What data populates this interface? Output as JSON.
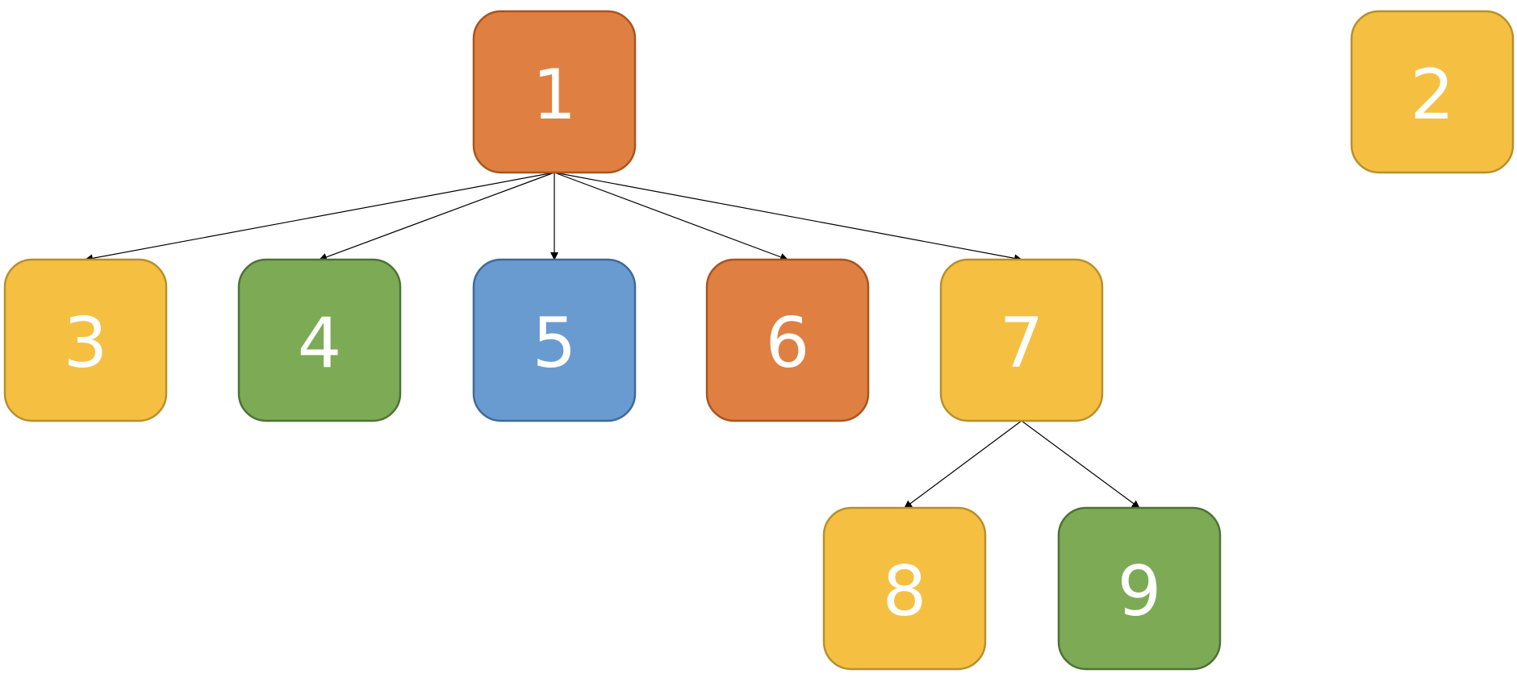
{
  "palette": {
    "orange": {
      "fill": "#E07F42",
      "stroke": "#A9541F"
    },
    "yellow": {
      "fill": "#F5C042",
      "stroke": "#B8902A"
    },
    "green": {
      "fill": "#7DAA55",
      "stroke": "#4E7235"
    },
    "blue": {
      "fill": "#6A9BD0",
      "stroke": "#3E6A99"
    }
  },
  "nodes": [
    {
      "id": "1",
      "label": "1",
      "color": "orange"
    },
    {
      "id": "2",
      "label": "2",
      "color": "yellow"
    },
    {
      "id": "3",
      "label": "3",
      "color": "yellow"
    },
    {
      "id": "4",
      "label": "4",
      "color": "green"
    },
    {
      "id": "5",
      "label": "5",
      "color": "blue"
    },
    {
      "id": "6",
      "label": "6",
      "color": "orange"
    },
    {
      "id": "7",
      "label": "7",
      "color": "yellow"
    },
    {
      "id": "8",
      "label": "8",
      "color": "yellow"
    },
    {
      "id": "9",
      "label": "9",
      "color": "green"
    }
  ],
  "edges": [
    {
      "from": "1",
      "to": "3"
    },
    {
      "from": "1",
      "to": "4"
    },
    {
      "from": "1",
      "to": "5"
    },
    {
      "from": "1",
      "to": "6"
    },
    {
      "from": "1",
      "to": "7"
    },
    {
      "from": "7",
      "to": "8"
    },
    {
      "from": "7",
      "to": "9"
    }
  ]
}
